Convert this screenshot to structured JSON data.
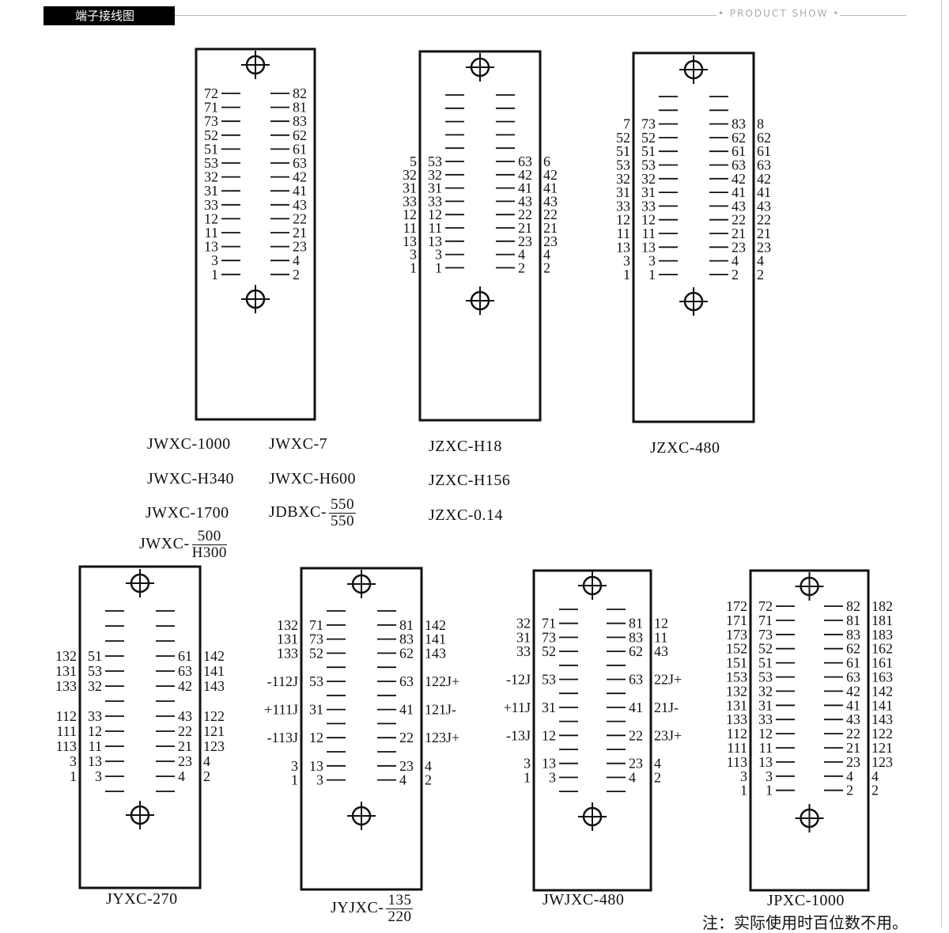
{
  "header": {
    "tag": "端子接线图",
    "right": "• PRODUCT SHOW •"
  },
  "note": "注：实际使用时百位数不用。",
  "models": {
    "m1": "JWXC-1000",
    "m2": "JWXC-7",
    "m3": "JWXC-H340",
    "m4": "JWXC-H600",
    "m5": "JWXC-1700",
    "m6": "JDBXC-",
    "m6n": "550",
    "m6d": "550",
    "m7": "JWXC-",
    "m7n": "500",
    "m7d": "H300",
    "m8": "JZXC-H18",
    "m9": "JZXC-H156",
    "m10": "JZXC-0.14",
    "m11": "JZXC-480",
    "m12": "JYXC-270",
    "m13": "JYJXC-",
    "m13n": "135",
    "m13d": "220",
    "m14": "JWJXC-480",
    "m15": "JPXC-1000"
  },
  "panels": [
    {
      "id": "p1",
      "rows": [
        {
          "l": "72",
          "r": "82"
        },
        {
          "l": "71",
          "r": "81"
        },
        {
          "l": "73",
          "r": "83"
        },
        {
          "l": "52",
          "r": "62"
        },
        {
          "l": "51",
          "r": "61"
        },
        {
          "l": "53",
          "r": "63"
        },
        {
          "l": "32",
          "r": "42"
        },
        {
          "l": "31",
          "r": "41"
        },
        {
          "l": "33",
          "r": "43"
        },
        {
          "l": "12",
          "r": "22"
        },
        {
          "l": "11",
          "r": "21"
        },
        {
          "l": "13",
          "r": "23"
        },
        {
          "l": "3",
          "r": "4"
        },
        {
          "l": "1",
          "r": "2"
        }
      ]
    },
    {
      "id": "p2",
      "rows": [
        {
          "l": "",
          "r": ""
        },
        {
          "l": "",
          "r": ""
        },
        {
          "l": "",
          "r": ""
        },
        {
          "l": "",
          "r": ""
        },
        {
          "l": "",
          "r": ""
        },
        {
          "l": "53",
          "r": "63",
          "ol": "5",
          "or": "6"
        },
        {
          "l": "32",
          "r": "42",
          "ol": "32",
          "or": "42"
        },
        {
          "l": "31",
          "r": "41",
          "ol": "31",
          "or": "41"
        },
        {
          "l": "33",
          "r": "43",
          "ol": "33",
          "or": "43"
        },
        {
          "l": "12",
          "r": "22",
          "ol": "12",
          "or": "22"
        },
        {
          "l": "11",
          "r": "21",
          "ol": "11",
          "or": "21"
        },
        {
          "l": "13",
          "r": "23",
          "ol": "13",
          "or": "23"
        },
        {
          "l": "3",
          "r": "4",
          "ol": "3",
          "or": "4"
        },
        {
          "l": "1",
          "r": "2",
          "ol": "1",
          "or": "2"
        }
      ]
    },
    {
      "id": "p3",
      "rows": [
        {
          "l": "",
          "r": ""
        },
        {
          "l": "",
          "r": ""
        },
        {
          "l": "73",
          "r": "83",
          "ol": "7",
          "or": "8"
        },
        {
          "l": "52",
          "r": "62",
          "ol": "52",
          "or": "62"
        },
        {
          "l": "51",
          "r": "61",
          "ol": "51",
          "or": "61"
        },
        {
          "l": "53",
          "r": "63",
          "ol": "53",
          "or": "63"
        },
        {
          "l": "32",
          "r": "42",
          "ol": "32",
          "or": "42"
        },
        {
          "l": "31",
          "r": "41",
          "ol": "31",
          "or": "41"
        },
        {
          "l": "33",
          "r": "43",
          "ol": "33",
          "or": "43"
        },
        {
          "l": "12",
          "r": "22",
          "ol": "12",
          "or": "22"
        },
        {
          "l": "11",
          "r": "21",
          "ol": "11",
          "or": "21"
        },
        {
          "l": "13",
          "r": "23",
          "ol": "13",
          "or": "23"
        },
        {
          "l": "3",
          "r": "4",
          "ol": "3",
          "or": "4"
        },
        {
          "l": "1",
          "r": "2",
          "ol": "1",
          "or": "2"
        }
      ]
    },
    {
      "id": "p4",
      "rows": [
        {
          "l": "",
          "r": ""
        },
        {
          "l": "",
          "r": ""
        },
        {
          "l": "",
          "r": ""
        },
        {
          "l": "51",
          "r": "61",
          "ol": "132",
          "or": "142"
        },
        {
          "l": "53",
          "r": "63",
          "ol": "131",
          "or": "141"
        },
        {
          "l": "32",
          "r": "42",
          "ol": "133",
          "or": "143"
        },
        {
          "l": "",
          "r": ""
        },
        {
          "l": "33",
          "r": "43",
          "ol": "112",
          "or": "122"
        },
        {
          "l": "12",
          "r": "22",
          "ol": "111",
          "or": "121"
        },
        {
          "l": "11",
          "r": "21",
          "ol": "113",
          "or": "123"
        },
        {
          "l": "13",
          "r": "23",
          "ol": "3",
          "or": "4"
        },
        {
          "l": "3",
          "r": "4",
          "ol": "1",
          "or": "2"
        },
        {
          "l": "",
          "r": ""
        }
      ]
    },
    {
      "id": "p5",
      "rows": [
        {
          "l": "",
          "r": ""
        },
        {
          "l": "71",
          "r": "81",
          "ol": "132",
          "or": "142"
        },
        {
          "l": "73",
          "r": "83",
          "ol": "131",
          "or": "141"
        },
        {
          "l": "52",
          "r": "62",
          "ol": "133",
          "or": "143"
        },
        {
          "l": "",
          "r": ""
        },
        {
          "l": "53",
          "r": "63",
          "ol": "-112J",
          "or": "122J+"
        },
        {
          "l": "",
          "r": ""
        },
        {
          "l": "31",
          "r": "41",
          "ol": "+111J",
          "or": "121J-"
        },
        {
          "l": "",
          "r": ""
        },
        {
          "l": "12",
          "r": "22",
          "ol": "-113J",
          "or": "123J+"
        },
        {
          "l": "",
          "r": ""
        },
        {
          "l": "13",
          "r": "23",
          "ol": "3",
          "or": "4"
        },
        {
          "l": "3",
          "r": "4",
          "ol": "1",
          "or": "2"
        }
      ]
    },
    {
      "id": "p6",
      "rows": [
        {
          "l": "",
          "r": ""
        },
        {
          "l": "71",
          "r": "81",
          "ol": "32",
          "or": "12"
        },
        {
          "l": "73",
          "r": "83",
          "ol": "31",
          "or": "11"
        },
        {
          "l": "52",
          "r": "62",
          "ol": "33",
          "or": "43"
        },
        {
          "l": "",
          "r": ""
        },
        {
          "l": "53",
          "r": "63",
          "ol": "-12J",
          "or": "22J+"
        },
        {
          "l": "",
          "r": ""
        },
        {
          "l": "31",
          "r": "41",
          "ol": "+11J",
          "or": "21J-"
        },
        {
          "l": "",
          "r": ""
        },
        {
          "l": "12",
          "r": "22",
          "ol": "-13J",
          "or": "23J+"
        },
        {
          "l": "",
          "r": ""
        },
        {
          "l": "13",
          "r": "23",
          "ol": "3",
          "or": "4"
        },
        {
          "l": "3",
          "r": "4",
          "ol": "1",
          "or": "2"
        },
        {
          "l": "",
          "r": ""
        }
      ]
    },
    {
      "id": "p7",
      "rows": [
        {
          "l": "72",
          "r": "82",
          "ol": "172",
          "or": "182"
        },
        {
          "l": "71",
          "r": "81",
          "ol": "171",
          "or": "181"
        },
        {
          "l": "73",
          "r": "83",
          "ol": "173",
          "or": "183"
        },
        {
          "l": "52",
          "r": "62",
          "ol": "152",
          "or": "162"
        },
        {
          "l": "51",
          "r": "61",
          "ol": "151",
          "or": "161"
        },
        {
          "l": "53",
          "r": "63",
          "ol": "153",
          "or": "163"
        },
        {
          "l": "32",
          "r": "42",
          "ol": "132",
          "or": "142"
        },
        {
          "l": "31",
          "r": "41",
          "ol": "131",
          "or": "141"
        },
        {
          "l": "33",
          "r": "43",
          "ol": "133",
          "or": "143"
        },
        {
          "l": "12",
          "r": "22",
          "ol": "112",
          "or": "122"
        },
        {
          "l": "11",
          "r": "21",
          "ol": "111",
          "or": "121"
        },
        {
          "l": "13",
          "r": "23",
          "ol": "113",
          "or": "123"
        },
        {
          "l": "3",
          "r": "4",
          "ol": "3",
          "or": "4"
        },
        {
          "l": "1",
          "r": "2",
          "ol": "1",
          "or": "2"
        }
      ]
    }
  ]
}
